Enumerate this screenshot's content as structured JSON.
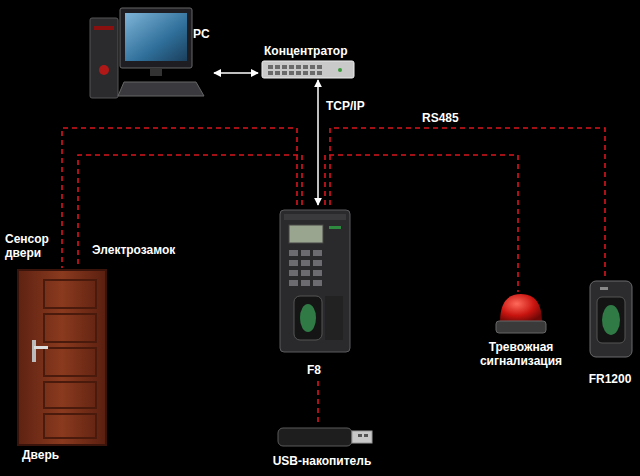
{
  "diagram": {
    "nodes": [
      {
        "text": [
          "PC"
        ]
      },
      {
        "text": [
          "Концентратор"
        ]
      },
      {
        "text": [
          "Дверь"
        ]
      },
      {
        "text": [
          "F8"
        ]
      },
      {
        "text": [
          "Тревожная сигнализация"
        ]
      },
      {
        "text": [
          "FR1200"
        ]
      },
      {
        "text": [
          "USB-накопитель"
        ]
      }
    ],
    "edges": [
      {
        "from": 0,
        "to": 1,
        "arrow": "both"
      },
      {
        "from": 1,
        "to": 3,
        "label": "TCP/IP",
        "arrow": "both"
      },
      {
        "from": 3,
        "to": 2,
        "label": "Сенсор двери",
        "arrow": "none"
      },
      {
        "from": 3,
        "to": 2,
        "label": "Электрозамок",
        "arrow": "none"
      },
      {
        "from": 3,
        "to": 5,
        "label": "RS485",
        "arrow": "none"
      },
      {
        "from": 3,
        "to": 4,
        "arrow": "none"
      },
      {
        "from": 3,
        "to": 6,
        "arrow": "none"
      }
    ]
  }
}
